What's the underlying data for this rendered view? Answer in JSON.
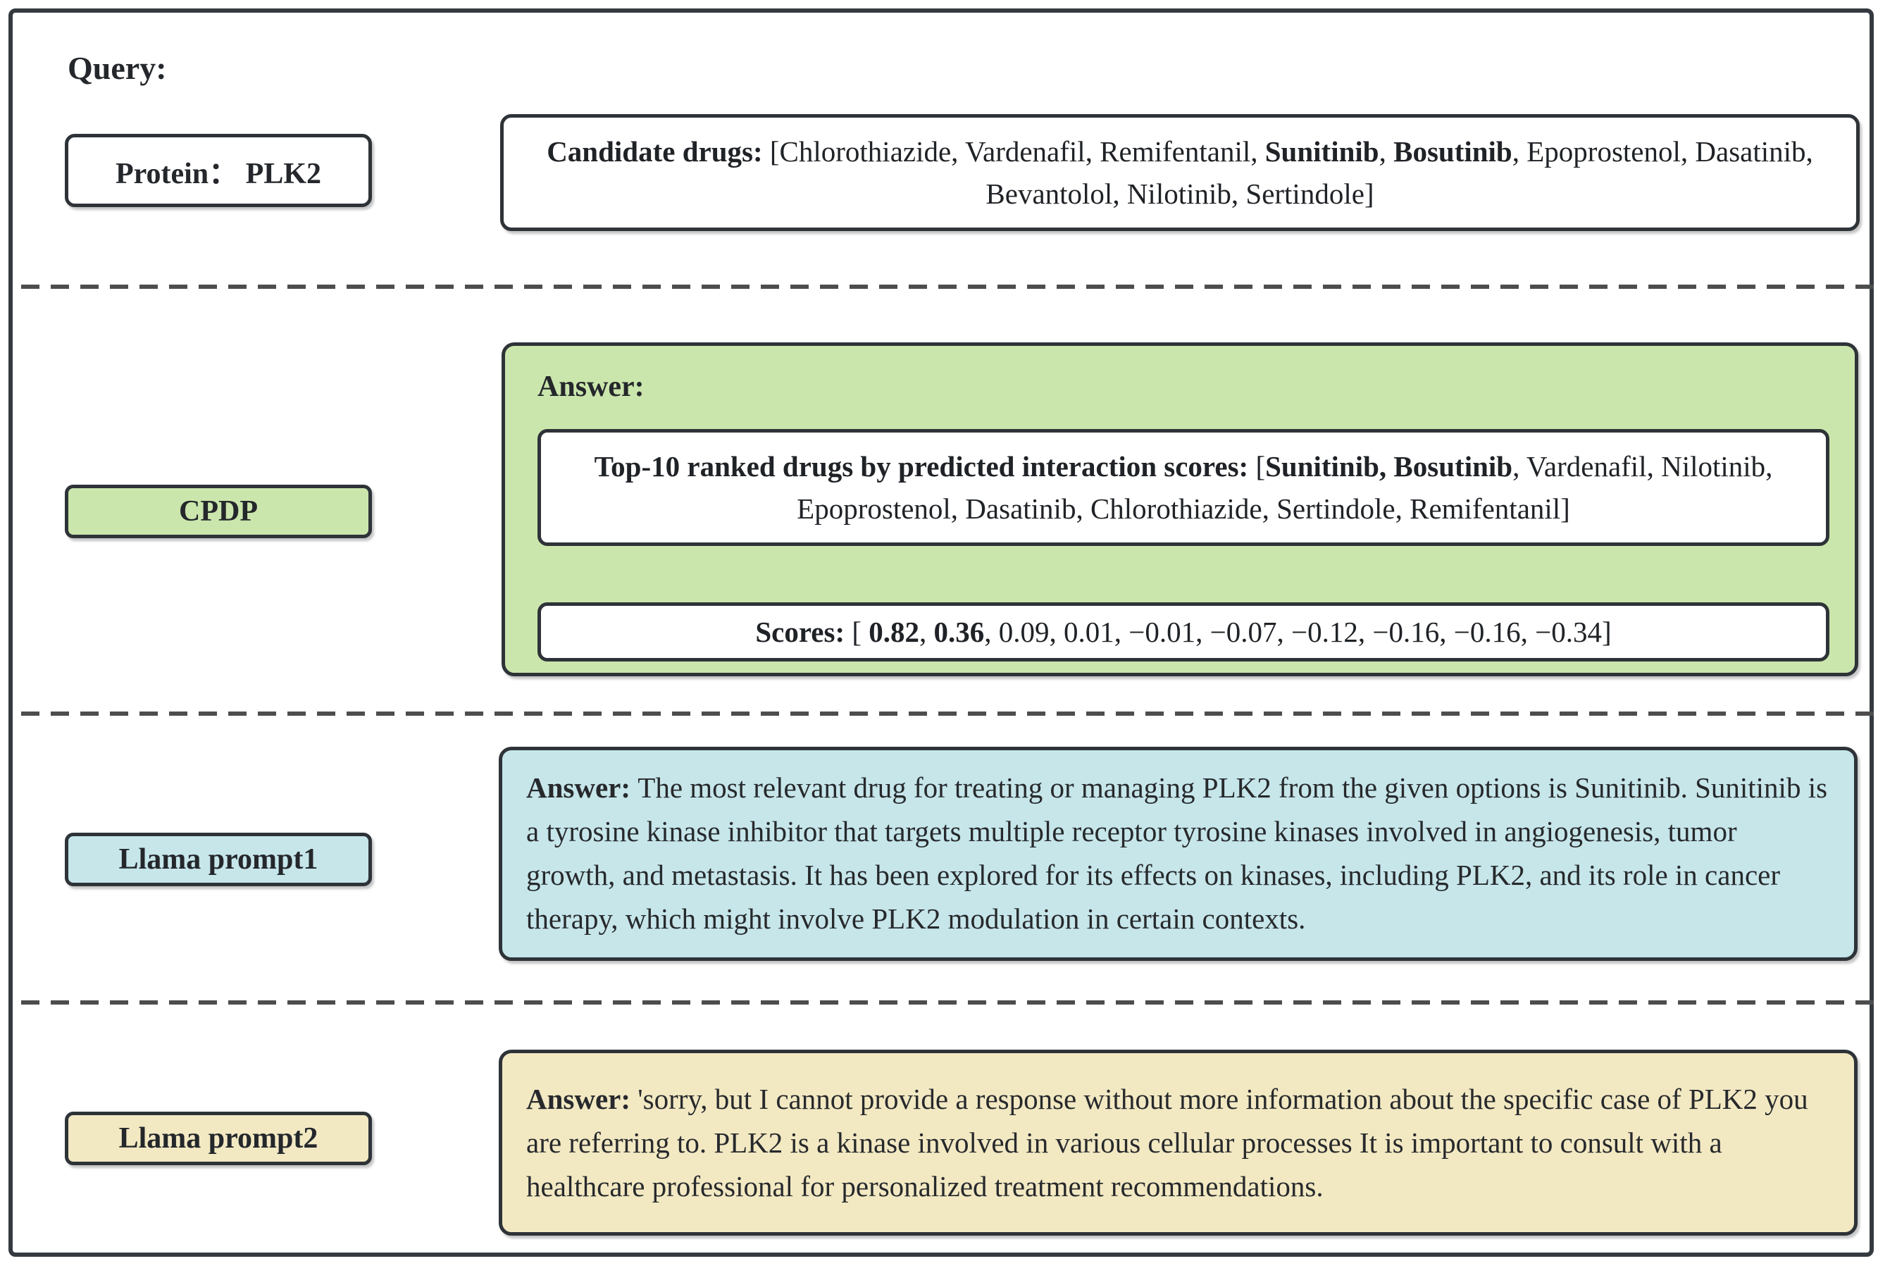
{
  "figure": {
    "border_color": "#343a40",
    "dash_color": "#4d4d4d",
    "text_color": "#27292c"
  },
  "query": {
    "label": "Query:",
    "protein_label": "Protein：  PLK2",
    "candidate_drugs": {
      "segments": [
        {
          "text": "Candidate drugs: ",
          "bold": true
        },
        {
          "text": "[Chlorothiazide, Vardenafil, Remifentanil, ",
          "bold": false
        },
        {
          "text": "Sunitinib",
          "bold": true
        },
        {
          "text": ", ",
          "bold": false
        },
        {
          "text": "Bosutinib",
          "bold": true
        },
        {
          "text": ", Epoprostenol, Dasatinib, Bevantolol, Nilotinib, Sertindole]",
          "bold": false
        }
      ]
    }
  },
  "cpdp": {
    "label": "CPDP",
    "color": "#cbe6ac",
    "answer_label": "Answer:",
    "top10": {
      "segments": [
        {
          "text": "Top-10 ranked drugs by predicted interaction scores: ",
          "bold": true
        },
        {
          "text": "[",
          "bold": false
        },
        {
          "text": "Sunitinib, Bosutinib",
          "bold": true
        },
        {
          "text": ", Vardenafil, Nilotinib, Epoprostenol, Dasatinib, Chlorothiazide, Sertindole, Remifentanil]",
          "bold": false
        }
      ]
    },
    "scores": {
      "segments": [
        {
          "text": "Scores: ",
          "bold": true
        },
        {
          "text": "[ ",
          "bold": false
        },
        {
          "text": "0.82",
          "bold": true
        },
        {
          "text": ", ",
          "bold": false
        },
        {
          "text": "0.36",
          "bold": true
        },
        {
          "text": ", 0.09, 0.01, −0.01, −0.07, −0.12, −0.16, −0.16, −0.34]",
          "bold": false
        }
      ]
    }
  },
  "llama1": {
    "label": "Llama prompt1",
    "color": "#c6e6ea",
    "answer": {
      "segments": [
        {
          "text": "Answer: ",
          "bold": true
        },
        {
          "text": "The most relevant drug for treating or managing PLK2 from the given options is Sunitinib. Sunitinib is a tyrosine kinase inhibitor that targets multiple receptor tyrosine kinases involved in angiogenesis, tumor growth, and metastasis. It has been explored for its effects on kinases, including PLK2, and its role in cancer therapy, which might involve PLK2 modulation in certain contexts.",
          "bold": false
        }
      ]
    }
  },
  "llama2": {
    "label": "Llama prompt2",
    "color": "#f2e9c3",
    "answer": {
      "segments": [
        {
          "text": "Answer: ",
          "bold": true
        },
        {
          "text": "'sorry, but I cannot provide a response without more information about the specific case of PLK2 you are referring to. PLK2 is a kinase involved in various cellular processes It is important to consult with a healthcare professional for personalized treatment recommendations.",
          "bold": false
        }
      ]
    }
  }
}
